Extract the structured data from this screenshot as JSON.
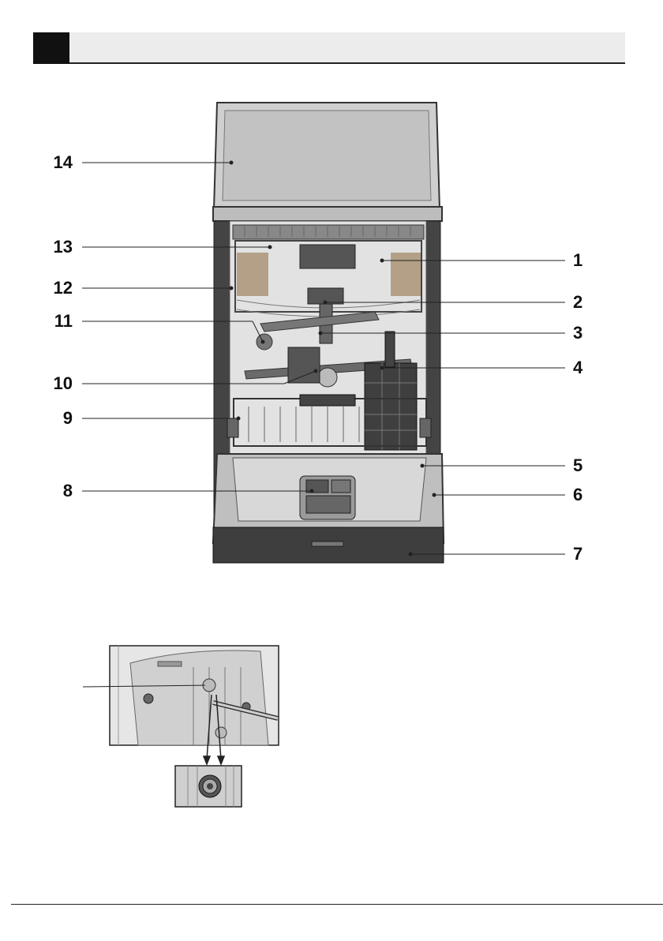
{
  "callouts_left": [
    {
      "id": "14",
      "label": "14"
    },
    {
      "id": "13",
      "label": "13"
    },
    {
      "id": "12",
      "label": "12"
    },
    {
      "id": "11",
      "label": "11"
    },
    {
      "id": "10",
      "label": "10"
    },
    {
      "id": "9",
      "label": "9"
    },
    {
      "id": "8",
      "label": "8"
    }
  ],
  "callouts_right": [
    {
      "id": "1",
      "label": "1"
    },
    {
      "id": "2",
      "label": "2"
    },
    {
      "id": "3",
      "label": "3"
    },
    {
      "id": "4",
      "label": "4"
    },
    {
      "id": "5",
      "label": "5"
    },
    {
      "id": "6",
      "label": "6"
    },
    {
      "id": "7",
      "label": "7"
    }
  ],
  "colors": {
    "outline": "#333333",
    "panel": "#d6d6d6",
    "panel_dark": "#8a8a8a",
    "header_strip": "#ececec"
  }
}
